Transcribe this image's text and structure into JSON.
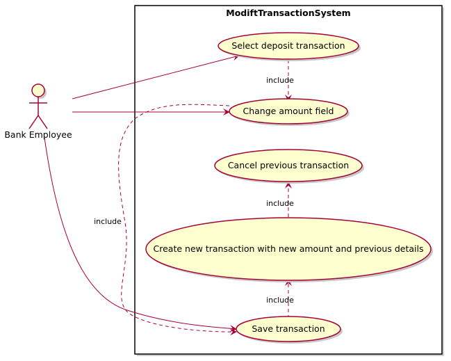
{
  "system": {
    "title": "ModiftTransactionSystem"
  },
  "actor": {
    "name": "Bank Employee"
  },
  "use_cases": {
    "select_deposit": "Select deposit transaction",
    "change_amount": "Change amount field",
    "cancel_previous": "Cancel previous transaction",
    "create_new": "Create new transaction with new amount and previous details",
    "save": "Save transaction"
  },
  "relations": {
    "include_select_change": "include",
    "include_create_cancel": "include",
    "include_save_create": "include",
    "include_change_save": "include"
  },
  "colors": {
    "use_case_fill": "#FEFECE",
    "line": "#A80036",
    "system_border": "#000000",
    "shadow": "#c8c8c8"
  }
}
